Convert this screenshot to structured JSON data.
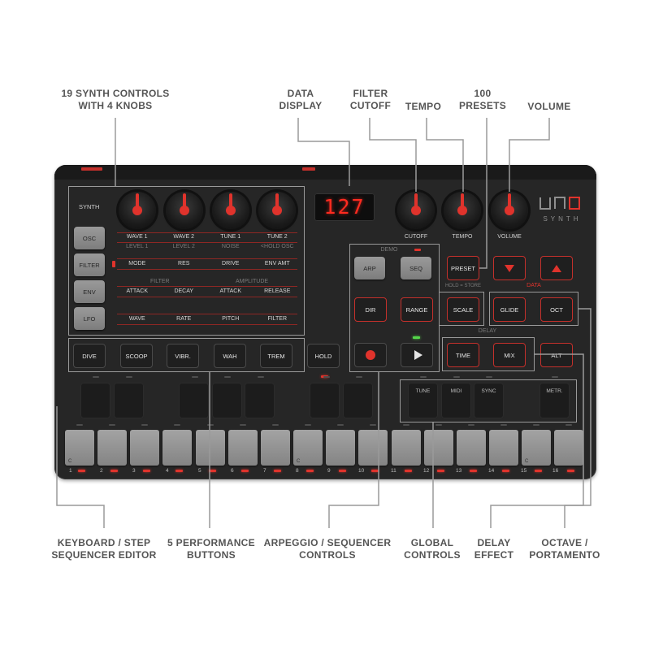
{
  "callouts": {
    "synth_controls": [
      "19 SYNTH CONTROLS",
      "WITH 4 KNOBS"
    ],
    "data_display": [
      "DATA",
      "DISPLAY"
    ],
    "filter_cutoff": [
      "FILTER",
      "CUTOFF"
    ],
    "tempo": [
      "TEMPO"
    ],
    "presets": [
      "100",
      "PRESETS"
    ],
    "volume": [
      "VOLUME"
    ],
    "keyboard": [
      "KEYBOARD / STEP",
      "SEQUENCER EDITOR"
    ],
    "performance": [
      "5 PERFORMANCE",
      "BUTTONS"
    ],
    "arpeggio": [
      "ARPEGGIO / SEQUENCER",
      "CONTROLS"
    ],
    "global": [
      "GLOBAL",
      "CONTROLS"
    ],
    "delay": [
      "DELAY",
      "EFFECT"
    ],
    "octave": [
      "OCTAVE /",
      "PORTAMENTO"
    ]
  },
  "device": {
    "synth_label": "SYNTH",
    "display_value": "127",
    "logo_text": "SYNTH",
    "knobs_right": [
      "CUTOFF",
      "TEMPO",
      "VOLUME"
    ],
    "section_buttons": [
      "OSC",
      "FILTER",
      "ENV",
      "LFO"
    ],
    "osc_params": [
      "WAVE 1",
      "WAVE 2",
      "TUNE 1",
      "TUNE 2"
    ],
    "osc_sub": [
      "LEVEL 1",
      "LEVEL 2",
      "NOISE",
      "<HOLD OSC"
    ],
    "filter_params": [
      "MODE",
      "RES",
      "DRIVE",
      "ENV AMT"
    ],
    "env_group_left": "FILTER",
    "env_group_right": "AMPLITUDE",
    "env_params": [
      "ATTACK",
      "DECAY",
      "ATTACK",
      "RELEASE"
    ],
    "lfo_params": [
      "WAVE",
      "RATE",
      "PITCH",
      "FILTER"
    ],
    "perf_buttons": [
      "DIVE",
      "SCOOP",
      "VIBR.",
      "WAH",
      "TREM"
    ],
    "hold": "HOLD",
    "demo": "DEMO",
    "arp": "ARP",
    "seq": "SEQ",
    "preset": "PRESET",
    "hold_store": "HOLD = STORE",
    "data": "DATA",
    "dir": "DIR",
    "range": "RANGE",
    "scale": "SCALE",
    "glide": "GLIDE",
    "oct": "OCT",
    "delay_label": "DELAY",
    "time": "TIME",
    "mix": "MIX",
    "alt": "ALT",
    "global_pads": [
      "TUNE",
      "MIDI",
      "SYNC"
    ],
    "metr": "METR.",
    "key_note": "C",
    "steps": [
      "1",
      "2",
      "3",
      "4",
      "5",
      "6",
      "7",
      "8",
      "9",
      "10",
      "11",
      "12",
      "13",
      "14",
      "15",
      "16"
    ]
  },
  "colors": {
    "accent": "#e0332c",
    "body": "#262626",
    "callout_text": "#555555",
    "leader": "#9a9a9a"
  }
}
